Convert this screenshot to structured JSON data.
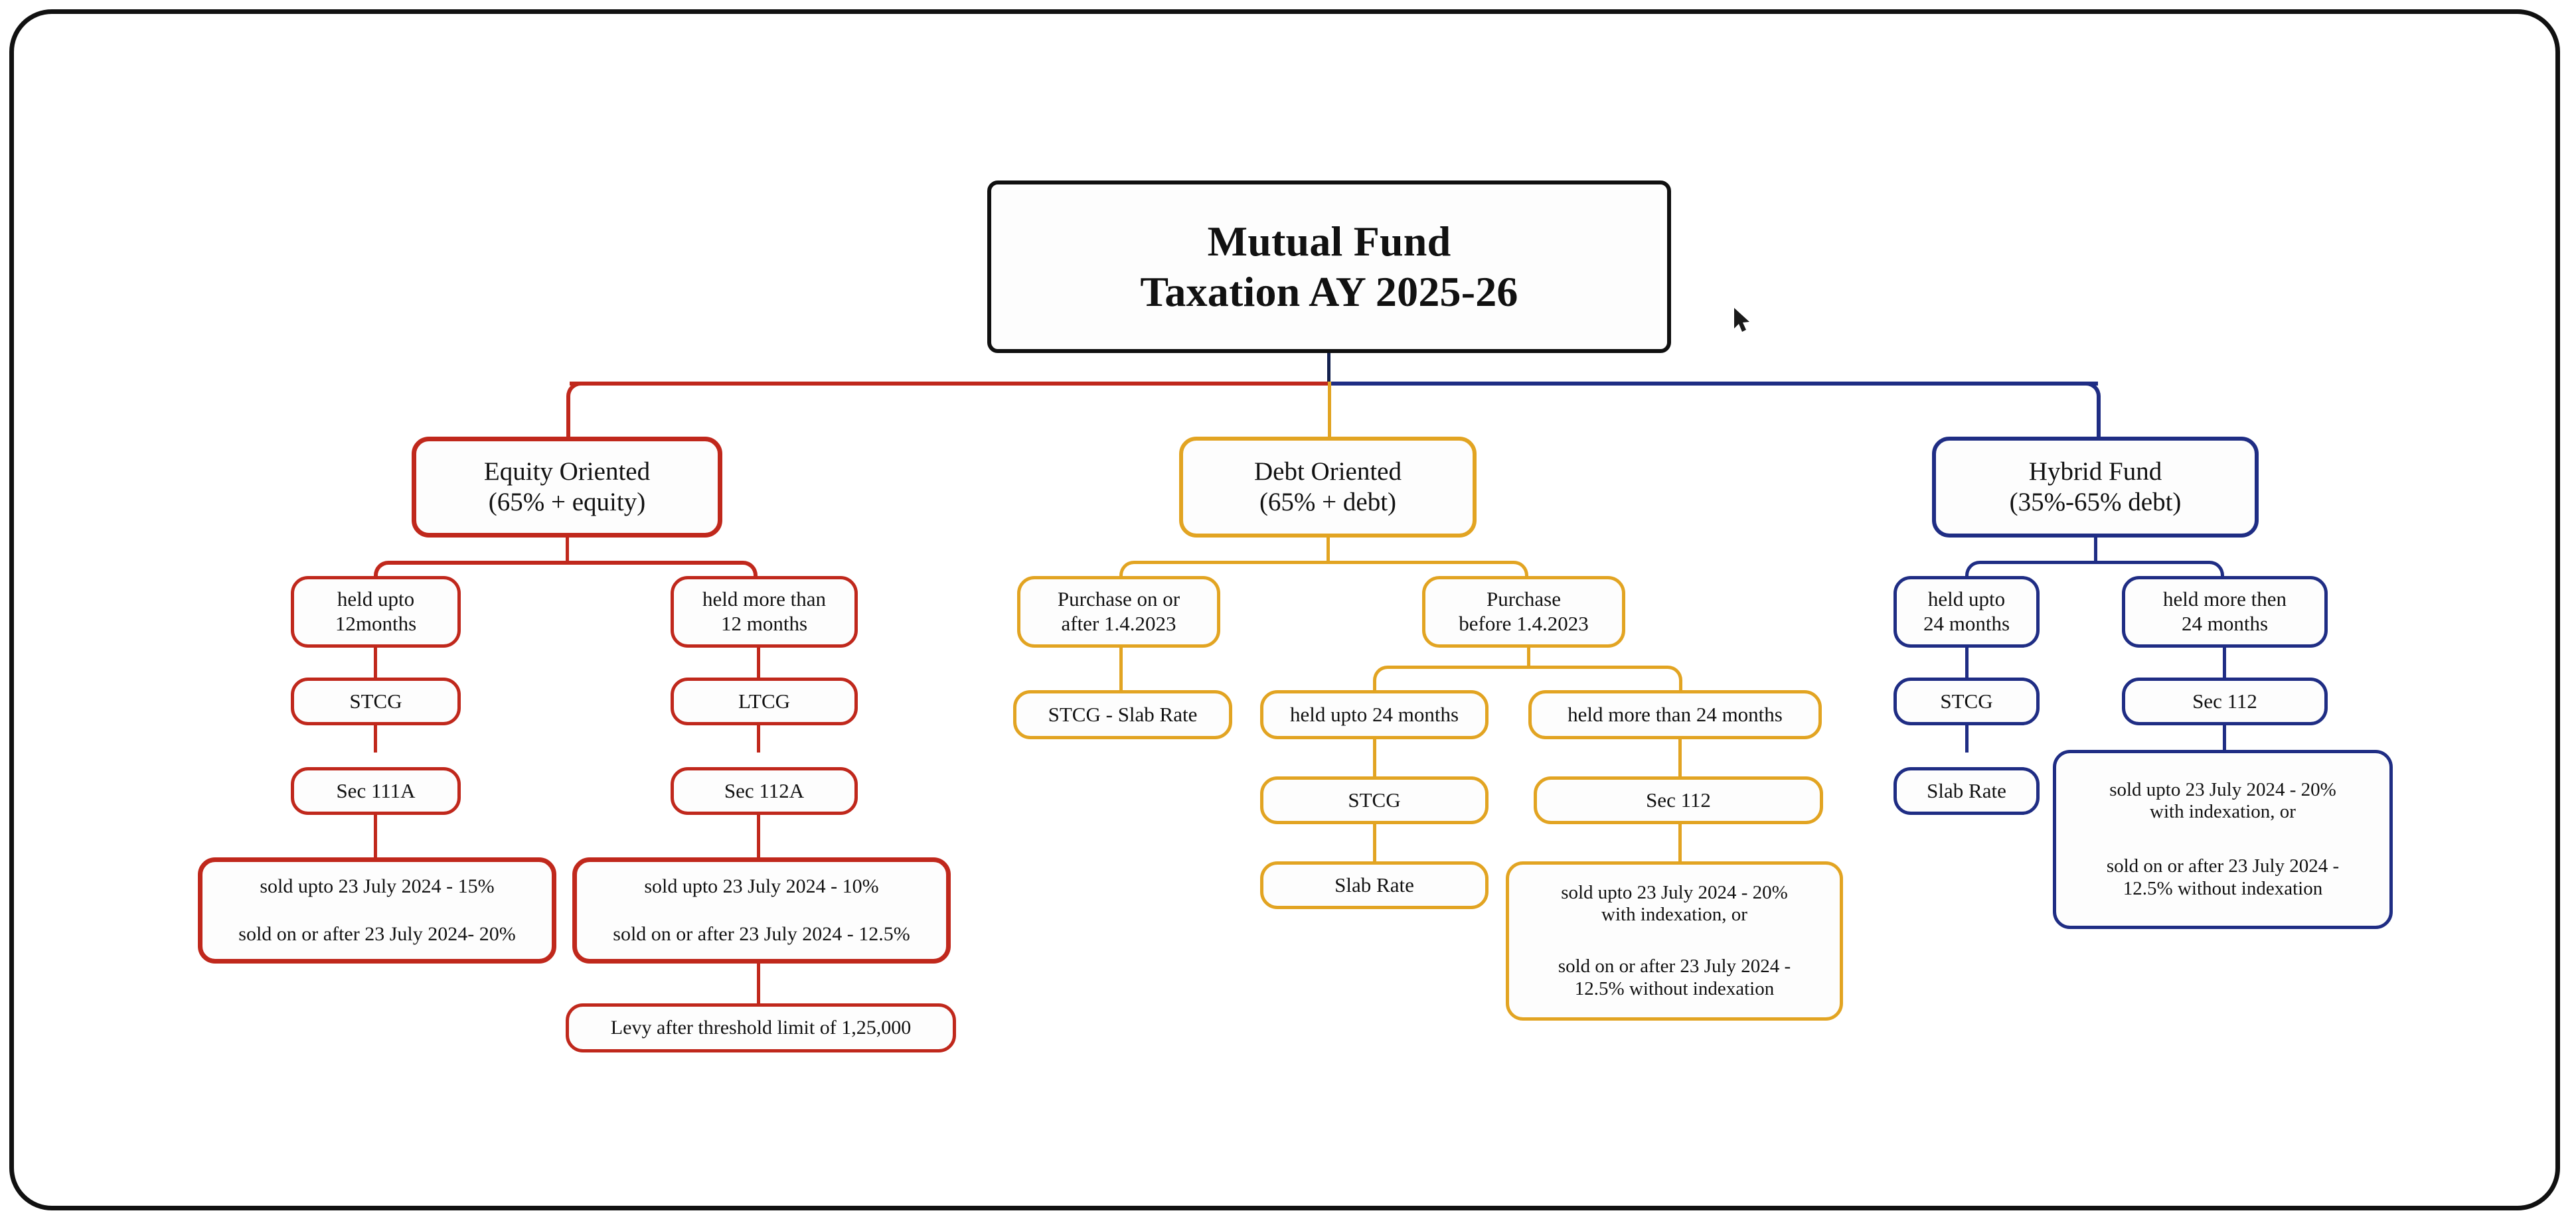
{
  "diagram": {
    "kind": "flowchart-tree",
    "title_node": {
      "id": "root",
      "line1": "Mutual Fund",
      "line2": "Taxation AY 2025-26",
      "border_color": "#101010"
    },
    "colors": {
      "root": "#101010",
      "equity": "#c0281c",
      "debt": "#e2a422",
      "hybrid": "#1f2d84",
      "background": "#ffffff",
      "text": "#111111",
      "frame": "#111111"
    },
    "branches": [
      {
        "id": "equity",
        "color": "#c0281c",
        "head_line1": "Equity Oriented",
        "head_line2": "(65% + equity)",
        "nodes": {
          "held_short_l1": "held upto",
          "held_short_l2": "12months",
          "held_long_l1": "held more than",
          "held_long_l2": "12 months",
          "stcg": "STCG",
          "ltcg": "LTCG",
          "sec_stcg": "Sec 111A",
          "sec_ltcg": "Sec 112A",
          "rates_stcg_l1": "sold upto 23 July 2024 - 15%",
          "rates_stcg_l2": "sold on or after 23 July 2024- 20%",
          "rates_ltcg_l1": "sold upto 23 July 2024 - 10%",
          "rates_ltcg_l2": "sold on or after 23 July 2024 - 12.5%",
          "levy": "Levy after threshold limit of 1,25,000"
        }
      },
      {
        "id": "debt",
        "color": "#e2a422",
        "head_line1": "Debt Oriented",
        "head_line2": "(65% + debt)",
        "nodes": {
          "purchase_after_l1": "Purchase on or",
          "purchase_after_l2": "after 1.4.2023",
          "purchase_before_l1": "Purchase",
          "purchase_before_l2": "before 1.4.2023",
          "stcg_slab": "STCG - Slab Rate",
          "held_24_upto": "held upto 24 months",
          "held_24_more": "held more than 24 months",
          "stcg": "STCG",
          "sec112": "Sec 112",
          "slab_rate": "Slab Rate",
          "rates_l1": "sold upto 23 July 2024 - 20%",
          "rates_l2": "with indexation, or",
          "rates_l3": "sold on or after 23 July 2024 -",
          "rates_l4": "12.5% without indexation"
        }
      },
      {
        "id": "hybrid",
        "color": "#1f2d84",
        "head_line1": "Hybrid Fund",
        "head_line2": "(35%-65% debt)",
        "nodes": {
          "held_short_l1": "held upto",
          "held_short_l2": "24 months",
          "held_long_l1": "held more then",
          "held_long_l2": "24 months",
          "stcg": "STCG",
          "sec112": "Sec 112",
          "slab_rate": "Slab Rate",
          "rates_l1": "sold upto 23 July 2024 - 20%",
          "rates_l2": "with indexation, or",
          "rates_l3": "sold on or after 23 July 2024 -",
          "rates_l4": "12.5% without indexation"
        }
      }
    ]
  }
}
